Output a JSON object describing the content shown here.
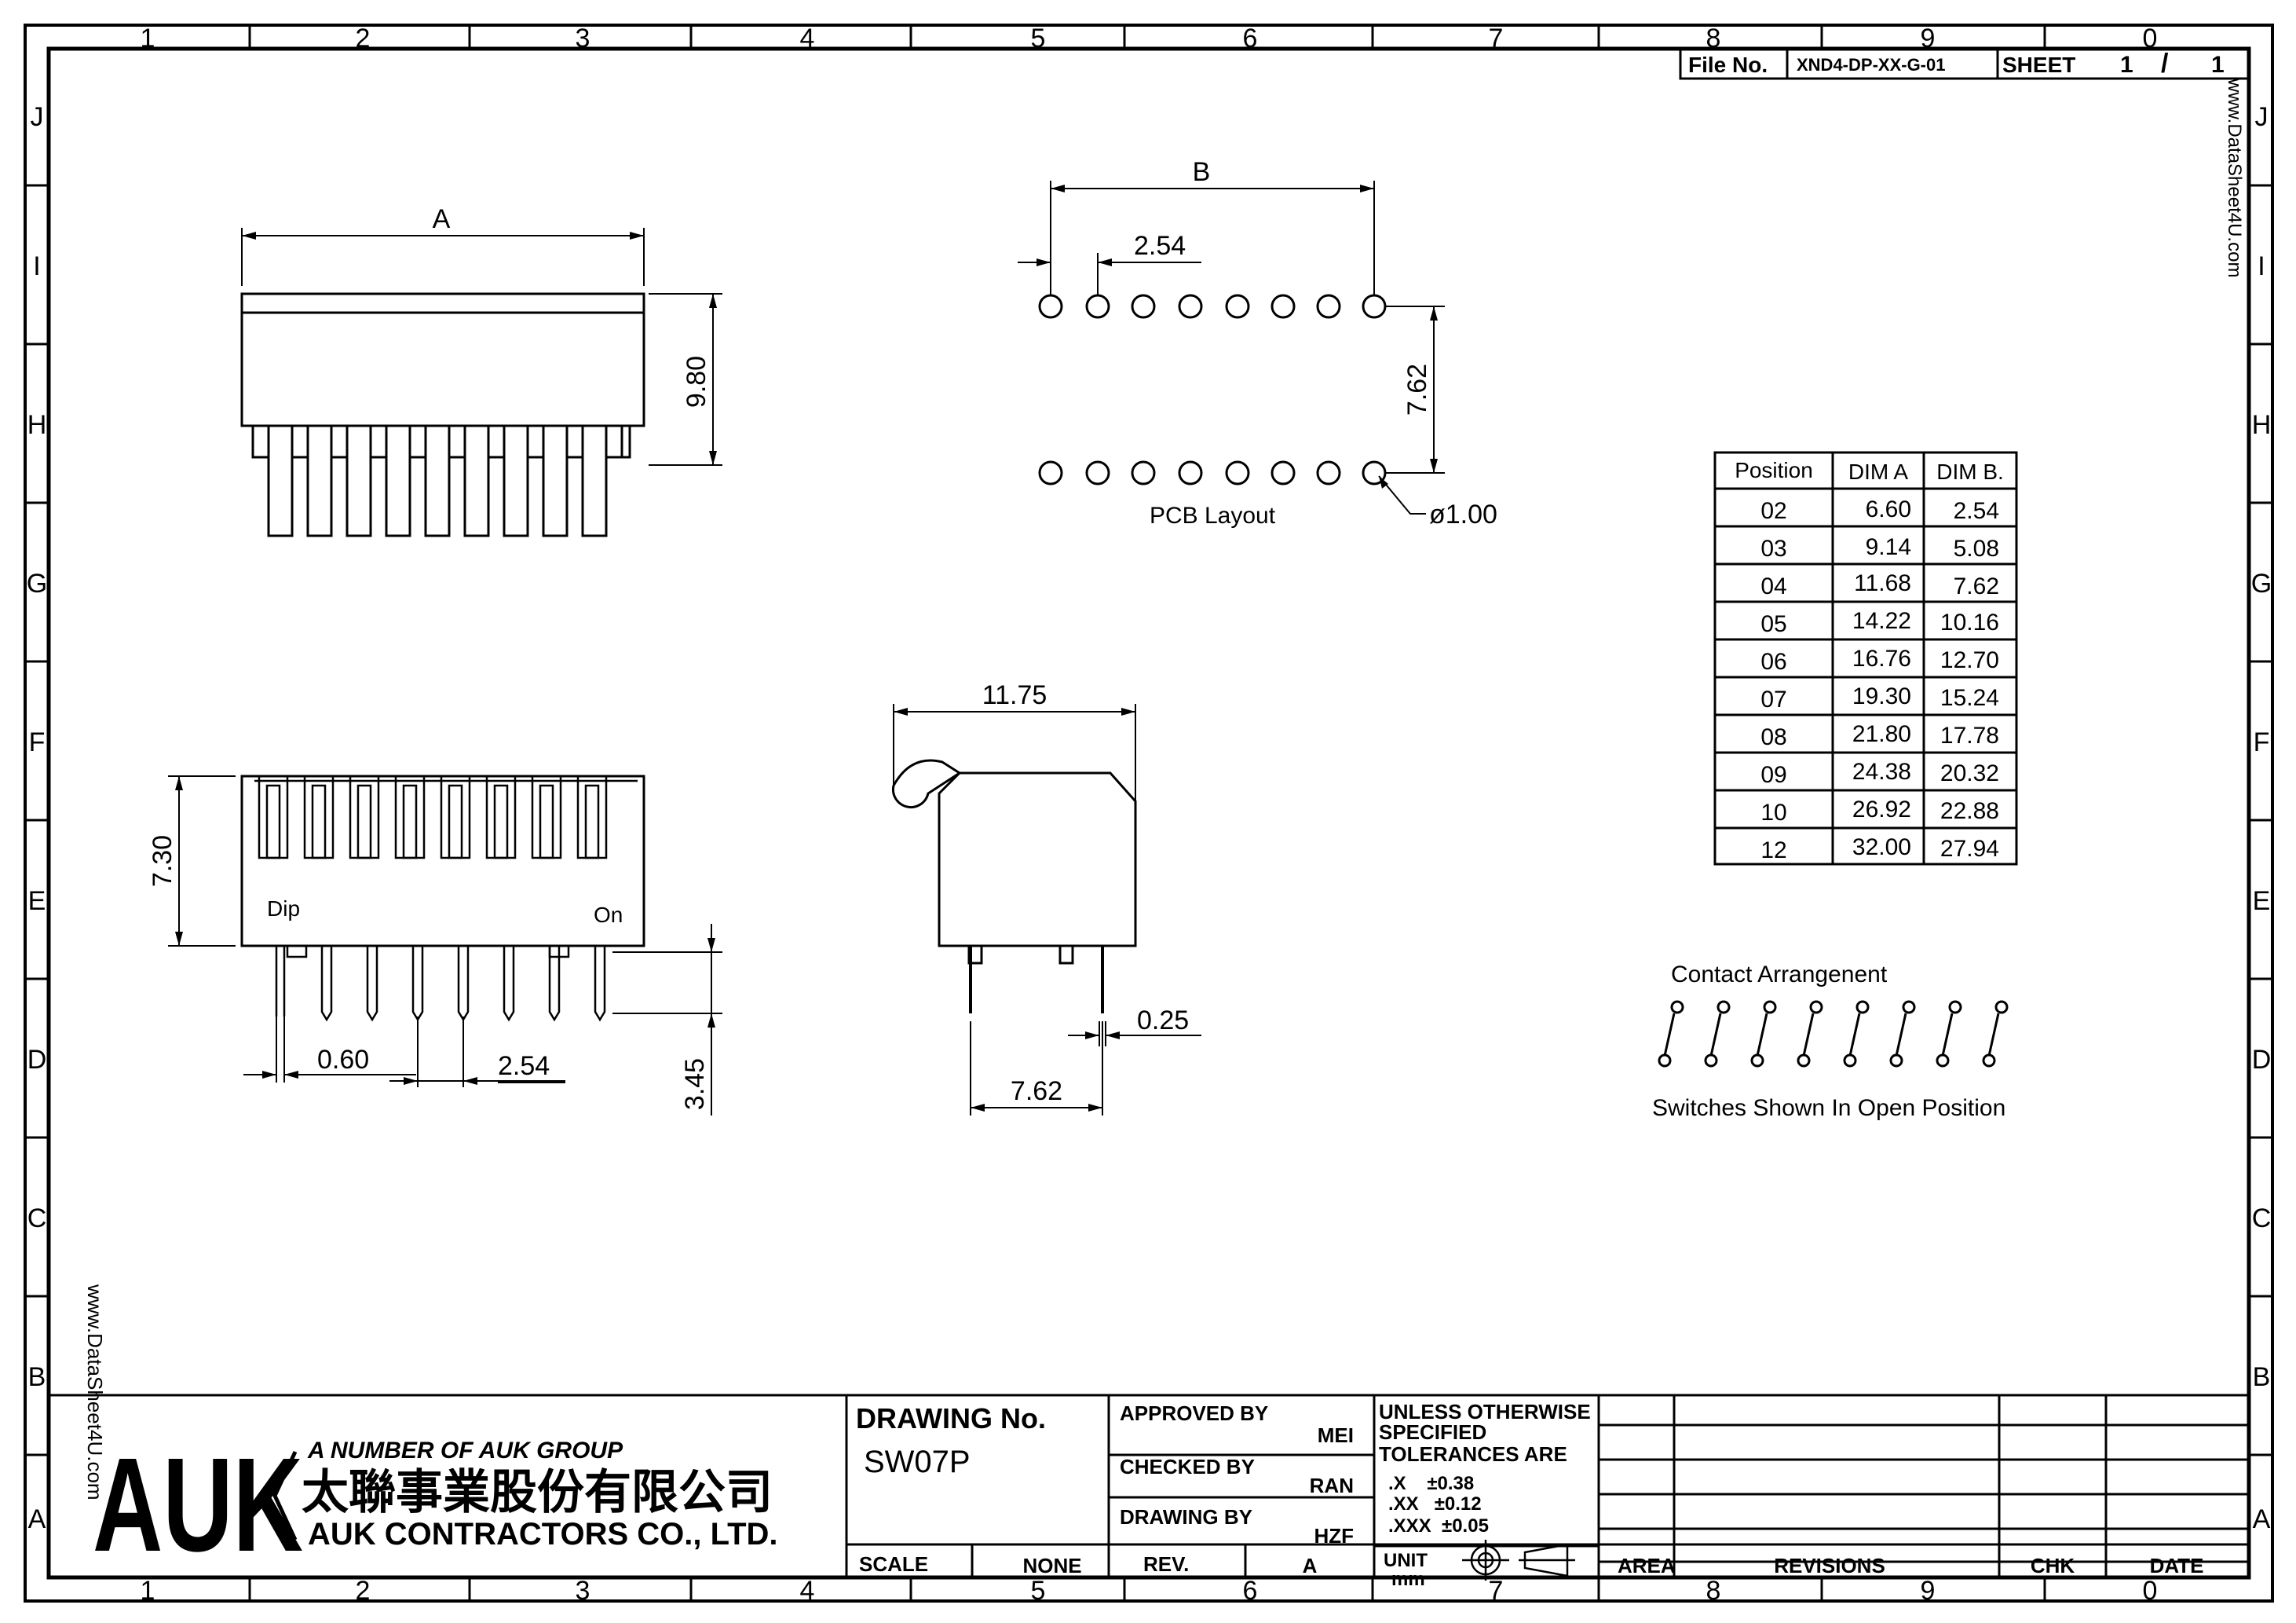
{
  "frame": {
    "columns": [
      "1",
      "2",
      "3",
      "4",
      "5",
      "6",
      "7",
      "8",
      "9",
      "0"
    ],
    "rows": [
      "J",
      "I",
      "H",
      "G",
      "F",
      "E",
      "D",
      "C",
      "B",
      "A"
    ]
  },
  "header": {
    "file_label": "File No.",
    "file_value": "XND4-DP-XX-G-01",
    "sheet_label": "SHEET",
    "sheet_value": "1",
    "sheet_sep": "/",
    "sheet_total": "1"
  },
  "watermark": "www.DataSheet4U.com",
  "front_view": {
    "dim_a": "A",
    "dim_height": "9.80"
  },
  "side_view": {
    "dim_height": "7.30",
    "label_dip": "Dip",
    "label_on": "On",
    "dim_pin": "0.60",
    "dim_pitch": "2.54",
    "dim_leg": "3.45"
  },
  "pcb_layout": {
    "dim_b": "B",
    "dim_pitch": "2.54",
    "dim_row": "7.62",
    "dim_hole": "ø1.00",
    "caption": "PCB Layout"
  },
  "end_view": {
    "dim_width": "11.75",
    "dim_pin": "0.25",
    "dim_span": "7.62"
  },
  "dim_table": {
    "headers": [
      "Position",
      "DIM A",
      "DIM B."
    ],
    "rows": [
      [
        "02",
        "6.60",
        "2.54"
      ],
      [
        "03",
        "9.14",
        "5.08"
      ],
      [
        "04",
        "11.68",
        "7.62"
      ],
      [
        "05",
        "14.22",
        "10.16"
      ],
      [
        "06",
        "16.76",
        "12.70"
      ],
      [
        "07",
        "19.30",
        "15.24"
      ],
      [
        "08",
        "21.80",
        "17.78"
      ],
      [
        "09",
        "24.38",
        "20.32"
      ],
      [
        "10",
        "26.92",
        "22.88"
      ],
      [
        "12",
        "32.00",
        "27.94"
      ]
    ]
  },
  "contacts": {
    "title": "Contact Arrangenent",
    "caption": "Switches Shown In Open Position",
    "count": 8
  },
  "title_block": {
    "logo": "AUK",
    "group_line": "A NUMBER OF AUK GROUP",
    "company_cn": "太聯事業股份有限公司",
    "company_en": "AUK CONTRACTORS CO., LTD.",
    "drawing_no_label": "DRAWING No.",
    "drawing_no": "SW07P",
    "approved_label": "APPROVED BY",
    "approved_by": "MEI",
    "checked_label": "CHECKED BY",
    "checked_by": "RAN",
    "drawn_label": "DRAWING BY",
    "drawn_by": "HZF",
    "tol_line1": "UNLESS OTHERWISE",
    "tol_line2": "SPECIFIED",
    "tol_line3": "TOLERANCES ARE",
    "tol_x": ".X    ±0.38",
    "tol_xx": ".XX   ±0.12",
    "tol_xxx": ".XXX  ±0.05",
    "scale_label": "SCALE",
    "scale_value": "NONE",
    "rev_label": "REV.",
    "rev_value": "A",
    "unit_label": "UNIT",
    "unit_value": "mm",
    "area_label": "AREA",
    "revisions_label": "REVISIONS",
    "chk_label": "CHK",
    "date_label": "DATE"
  }
}
